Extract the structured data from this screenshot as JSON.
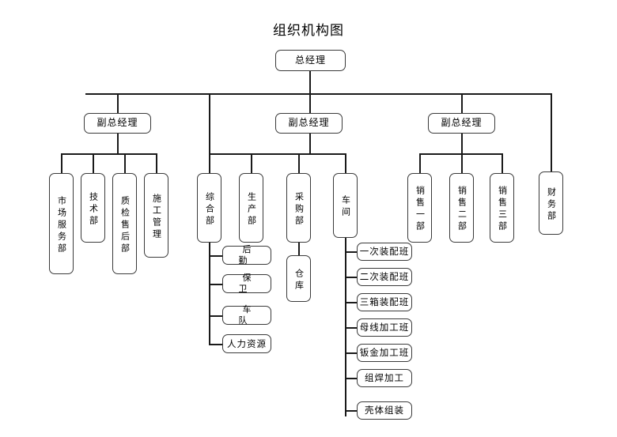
{
  "title": "组织机构图",
  "chart_data": {
    "type": "diagram",
    "diagram_type": "organization-chart",
    "title": "组织机构图",
    "orientation": "top-down",
    "root": "总经理",
    "nodes": {
      "root": {
        "label": "总经理"
      },
      "vp1": {
        "label": "副总经理"
      },
      "vp2": {
        "label": "副总经理"
      },
      "vp3": {
        "label": "副总经理"
      }
    },
    "left_group": [
      {
        "label": "市场服务部"
      },
      {
        "label": "技术部"
      },
      {
        "label": "质检售后部"
      },
      {
        "label": "施工管理"
      }
    ],
    "middle_group": [
      {
        "label": "综合部"
      },
      {
        "label": "生产部"
      },
      {
        "label": "采购部"
      },
      {
        "label": "车间"
      }
    ],
    "right_group": [
      {
        "label": "销售一部"
      },
      {
        "label": "销售二部"
      },
      {
        "label": "销售三部"
      }
    ],
    "independent": [
      {
        "label": "财务部"
      }
    ],
    "zonghebu_children": [
      {
        "label": "后 勤"
      },
      {
        "label": "保 卫"
      },
      {
        "label": "车 队"
      },
      {
        "label": "人力资源"
      }
    ],
    "caigoubu_children": [
      {
        "label": "仓库"
      }
    ],
    "chejian_children": [
      {
        "label": "一次装配班"
      },
      {
        "label": "二次装配班"
      },
      {
        "label": "三箱装配班"
      },
      {
        "label": "母线加工班"
      },
      {
        "label": "钣金加工班"
      },
      {
        "label": "组焊加工"
      },
      {
        "label": "壳体组装"
      }
    ],
    "colors": {
      "line": "#1a1a1a",
      "box_border": "#3a3a3a",
      "background": "#ffffff",
      "text": "#000000"
    }
  }
}
